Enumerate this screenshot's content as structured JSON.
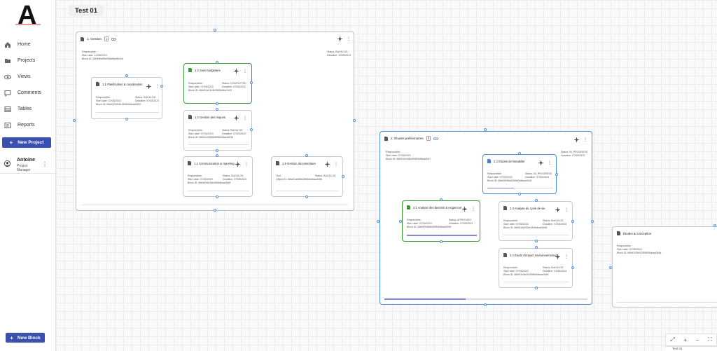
{
  "app": {
    "logo_letter": "A",
    "tab_title": "Test 01"
  },
  "sidebar": {
    "items": [
      {
        "label": "Home",
        "icon": "home-icon"
      },
      {
        "label": "Projects",
        "icon": "folder-icon"
      },
      {
        "label": "Views",
        "icon": "eye-icon"
      },
      {
        "label": "Comments",
        "icon": "comment-icon"
      },
      {
        "label": "Tables",
        "icon": "table-icon"
      },
      {
        "label": "Reports",
        "icon": "report-icon"
      }
    ],
    "new_project": "New Project",
    "user": {
      "name": "Antoine",
      "role": "Project Manager"
    },
    "new_block": "New Block"
  },
  "blocks": {
    "gestion": {
      "title": "1. Gestion",
      "count": "1",
      "responsable": "Responsible:",
      "start": "Start date: 12/05/2023",
      "id": "Block ID: 66f9f96d59e008d9be8e2c4",
      "status": "Status: BACKLOG",
      "deadline": "Deadline: 12/05/2023"
    },
    "b11": {
      "title": "1.1 Planification & coordination",
      "responsable": "Responsible:",
      "start": "Start date: 07/05/2023",
      "id": "Block ID: 66fd010994e289806dbaa0820",
      "status": "Status: BACKLOG",
      "deadline": "Deadline: 07/05/2023"
    },
    "b12": {
      "title": "1.2 Suivi budgétaire",
      "responsable": "Responsible:",
      "start": "Start date: 07/05/2023",
      "id": "Block ID: 66fd01a4194b2806ddbe2d41",
      "status": "Status: COMPLETED",
      "deadline": "Deadline: 07/05/2023"
    },
    "b13": {
      "title": "1.3 Gestion des risques",
      "responsable": "Responsible:",
      "start": "Start date: 07/05/2023",
      "id": "Block ID: 66fd01c5986289806dbaa0834",
      "status": "Status: BACKLOG",
      "deadline": "Deadline: 07/05/2023"
    },
    "b14": {
      "title": "1.4 Communication & reporting",
      "responsable": "Responsible:",
      "start": "Start date: 07/05/2023",
      "id": "Block ID: 66fd0f26d18b2806dbaa0848",
      "status": "Status: BACKLOG",
      "deadline": "Deadline: 07/05/2023"
    },
    "b15": {
      "title": "1.5 Gestion documentaire",
      "responsable": "Tool:",
      "start": "Object ID: 66fd01a5986289806dbaa0b86",
      "status": "Status: BACKLOG"
    },
    "etudes": {
      "title": "2. Études préliminaires",
      "count": "2",
      "responsable": "Responsible:",
      "start": "Start date: 07/05/2023",
      "id": "Block ID: 66fd01b208a289806dbaa0b07",
      "status": "Status: IN_PROGRESS",
      "deadline": "Deadline: 07/05/2023"
    },
    "b22": {
      "title": "2.2 Études de faisabilité",
      "responsable": "Responsible:",
      "start": "Start date: 07/05/2023",
      "id": "Block ID: 66fd0f398d0289806dbaa0b39",
      "status": "Status: IN_PROGRESS",
      "deadline": "Deadline: 07/05/2023"
    },
    "b21": {
      "title": "2.1 Analyse des besoins & exigences",
      "responsable": "Responsible:",
      "start": "Start date: 07/05/2023",
      "id": "Block ID: 66fd0f298d6289806dbaa0b98",
      "status": "Status: APPROVED",
      "deadline": "Deadline: 07/05/2023"
    },
    "b23": {
      "title": "2.3 Analyse du cycle de vie",
      "responsable": "Responsible:",
      "start": "Start date: 07/05/2023",
      "id": "Block ID: 66fd01d6928e2806dbaa0b58",
      "status": "Status: BACKLOG",
      "deadline": "Deadline: 07/05/2023"
    },
    "b24": {
      "title": "2.4 Étude d'impact environnemental",
      "responsable": "Responsible:",
      "start": "Start date: 07/05/2023",
      "id": "Block ID: 66fd01b3b2b289806dbaa0b86",
      "status": "Status: BACKLOG",
      "deadline": "Deadline: 07/05/2023"
    },
    "conception": {
      "title": "Études & conception",
      "responsable": "Responsible:",
      "start": "Start date: 07/05/2023",
      "id": "Block ID: 66fd01f3b04289806dbaa0b8a"
    }
  },
  "progress": {
    "gestion": 0,
    "b11": 0,
    "b12": 0,
    "b13": 0,
    "b14": 0,
    "b15": 0,
    "etudes": 0.4,
    "b22": 0.4,
    "b21": 1.0,
    "b23": 0,
    "b24": 0,
    "conception": 0
  },
  "zoom_controls": {
    "fit": "⤢",
    "plus": "+",
    "minus": "−",
    "full": "⛶"
  },
  "minimap": {
    "label": "Test 01"
  },
  "colors": {
    "accent": "#3b4fb0",
    "selected_blue": "#4a90e2",
    "completed_green": "#3a9a3a",
    "connector": "#4a7fd8"
  }
}
